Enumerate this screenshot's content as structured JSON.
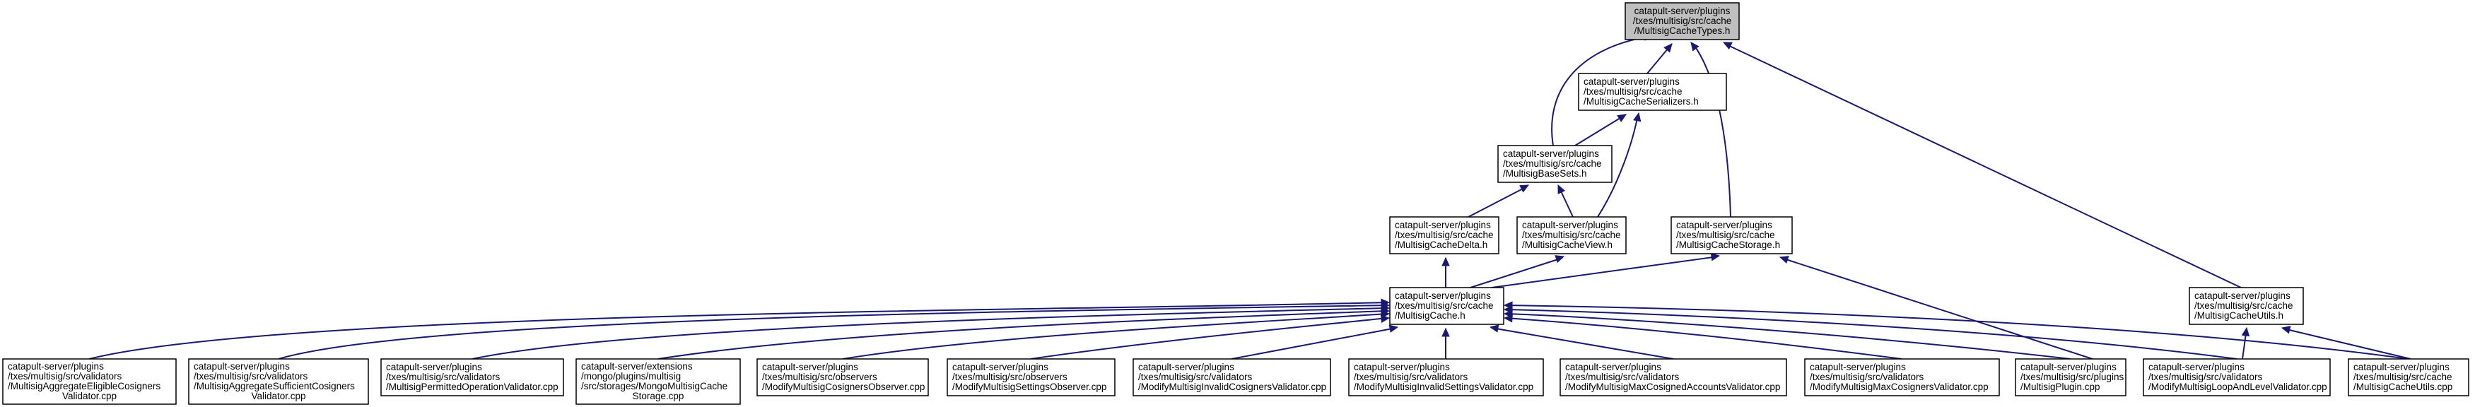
{
  "nodes": [
    {
      "id": "types",
      "root": true,
      "lines": [
        "catapult-server/plugins",
        "/txes/multisig/src/cache",
        "/MultisigCacheTypes.h"
      ],
      "align": "middle"
    },
    {
      "id": "serializers",
      "lines": [
        "catapult-server/plugins",
        "/txes/multisig/src/cache",
        "/MultisigCacheSerializers.h"
      ],
      "align": "start"
    },
    {
      "id": "basesets",
      "lines": [
        "catapult-server/plugins",
        "/txes/multisig/src/cache",
        "/MultisigBaseSets.h"
      ],
      "align": "start"
    },
    {
      "id": "delta",
      "lines": [
        "catapult-server/plugins",
        "/txes/multisig/src/cache",
        "/MultisigCacheDelta.h"
      ],
      "align": "start"
    },
    {
      "id": "view",
      "lines": [
        "catapult-server/plugins",
        "/txes/multisig/src/cache",
        "/MultisigCacheView.h"
      ],
      "align": "start"
    },
    {
      "id": "storage",
      "lines": [
        "catapult-server/plugins",
        "/txes/multisig/src/cache",
        "/MultisigCacheStorage.h"
      ],
      "align": "start"
    },
    {
      "id": "cache",
      "lines": [
        "catapult-server/plugins",
        "/txes/multisig/src/cache",
        "/MultisigCache.h"
      ],
      "align": "start"
    },
    {
      "id": "utils_h",
      "lines": [
        "catapult-server/plugins",
        "/txes/multisig/src/cache",
        "/MultisigCacheUtils.h"
      ],
      "align": "start"
    },
    {
      "id": "b1",
      "lines": [
        "catapult-server/plugins",
        "/txes/multisig/src/validators",
        "/MultisigAggregateEligibleCosigners",
        "Validator.cpp"
      ],
      "align": "start"
    },
    {
      "id": "b2",
      "lines": [
        "catapult-server/plugins",
        "/txes/multisig/src/validators",
        "/MultisigAggregateSufficientCosigners",
        "Validator.cpp"
      ],
      "align": "start"
    },
    {
      "id": "b3",
      "lines": [
        "catapult-server/plugins",
        "/txes/multisig/src/validators",
        "/MultisigPermittedOperationValidator.cpp"
      ],
      "align": "start"
    },
    {
      "id": "b4",
      "lines": [
        "catapult-server/extensions",
        "/mongo/plugins/multisig",
        "/src/storages/MongoMultisigCache",
        "Storage.cpp"
      ],
      "align": "start"
    },
    {
      "id": "b5",
      "lines": [
        "catapult-server/plugins",
        "/txes/multisig/src/observers",
        "/ModifyMultisigCosignersObserver.cpp"
      ],
      "align": "start"
    },
    {
      "id": "b6",
      "lines": [
        "catapult-server/plugins",
        "/txes/multisig/src/observers",
        "/ModifyMultisigSettingsObserver.cpp"
      ],
      "align": "start"
    },
    {
      "id": "b7",
      "lines": [
        "catapult-server/plugins",
        "/txes/multisig/src/validators",
        "/ModifyMultisigInvalidCosignersValidator.cpp"
      ],
      "align": "start"
    },
    {
      "id": "b8",
      "lines": [
        "catapult-server/plugins",
        "/txes/multisig/src/validators",
        "/ModifyMultisigInvalidSettingsValidator.cpp"
      ],
      "align": "start"
    },
    {
      "id": "b9",
      "lines": [
        "catapult-server/plugins",
        "/txes/multisig/src/validators",
        "/ModifyMultisigMaxCosignedAccountsValidator.cpp"
      ],
      "align": "start"
    },
    {
      "id": "b10",
      "lines": [
        "catapult-server/plugins",
        "/txes/multisig/src/validators",
        "/ModifyMultisigMaxCosignersValidator.cpp"
      ],
      "align": "start"
    },
    {
      "id": "b11",
      "lines": [
        "catapult-server/plugins",
        "/txes/multisig/src/plugins",
        "/MultisigPlugin.cpp"
      ],
      "align": "start"
    },
    {
      "id": "b12",
      "lines": [
        "catapult-server/plugins",
        "/txes/multisig/src/validators",
        "/ModifyMultisigLoopAndLevelValidator.cpp"
      ],
      "align": "start"
    },
    {
      "id": "b13",
      "lines": [
        "catapult-server/plugins",
        "/txes/multisig/src/cache",
        "/MultisigCacheUtils.cpp"
      ],
      "align": "start"
    }
  ]
}
